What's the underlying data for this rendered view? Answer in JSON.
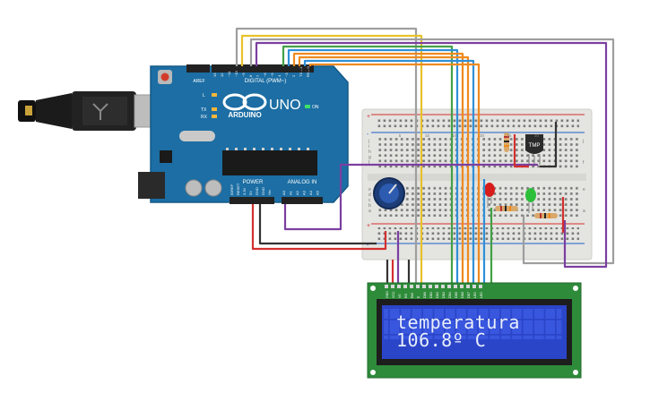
{
  "arduino": {
    "brand": "ARDUINO",
    "model": "UNO",
    "digital_header": "DIGITAL (PWM~)",
    "power_header": "POWER",
    "analog_header": "ANALOG IN",
    "on_label": "ON",
    "l_label": "L",
    "tx_label": "TX",
    "rx_label": "RX",
    "aref_label": "AREF",
    "gnd_label": "GND",
    "digital_pins": [
      "13",
      "12",
      "~11",
      "~10",
      "~9",
      "8",
      "7",
      "~6",
      "~5",
      "4",
      "~3",
      "2",
      "TX→1",
      "RX←0"
    ],
    "power_pins": [
      "IOREF",
      "RESET",
      "3.3V",
      "5V",
      "GND",
      "GND",
      "Vin"
    ],
    "analog_pins": [
      "A0",
      "A1",
      "A2",
      "A3",
      "A4",
      "A5"
    ]
  },
  "breadboard": {
    "top_row_letters": [
      "j",
      "i",
      "h",
      "g",
      "f"
    ],
    "bottom_row_letters": [
      "e",
      "d",
      "c",
      "b",
      "a"
    ],
    "plus_label": "+",
    "minus_label": "-",
    "column_numbers": [
      "5",
      "10",
      "15",
      "20",
      "25",
      "30"
    ]
  },
  "sensor": {
    "label": "TMP"
  },
  "lcd": {
    "line1": "temperatura",
    "line2": "106.8º C",
    "pin_labels": [
      "GND",
      "VCC",
      "V0",
      "RS",
      "RW",
      "E",
      "DB0",
      "DB1",
      "DB2",
      "DB3",
      "DB4",
      "DB5",
      "DB6",
      "DB7",
      "LED",
      "LED"
    ]
  },
  "colors": {
    "arduino_board": "#1c6ea4",
    "breadboard": "#e4e4e0",
    "lcd_pcb": "#2e8b3a",
    "lcd_screen": "#2b45c9",
    "wire_red": "#d32f2f",
    "wire_black": "#333333",
    "wire_purple": "#7b3fa0",
    "wire_yellow": "#e8c22a",
    "wire_gray": "#9e9e9e",
    "wire_green": "#43a047",
    "wire_blue": "#2f8fd8",
    "wire_orange": "#ef8a1f",
    "led_red": "#d81b1b",
    "led_green": "#2bbf3a"
  }
}
